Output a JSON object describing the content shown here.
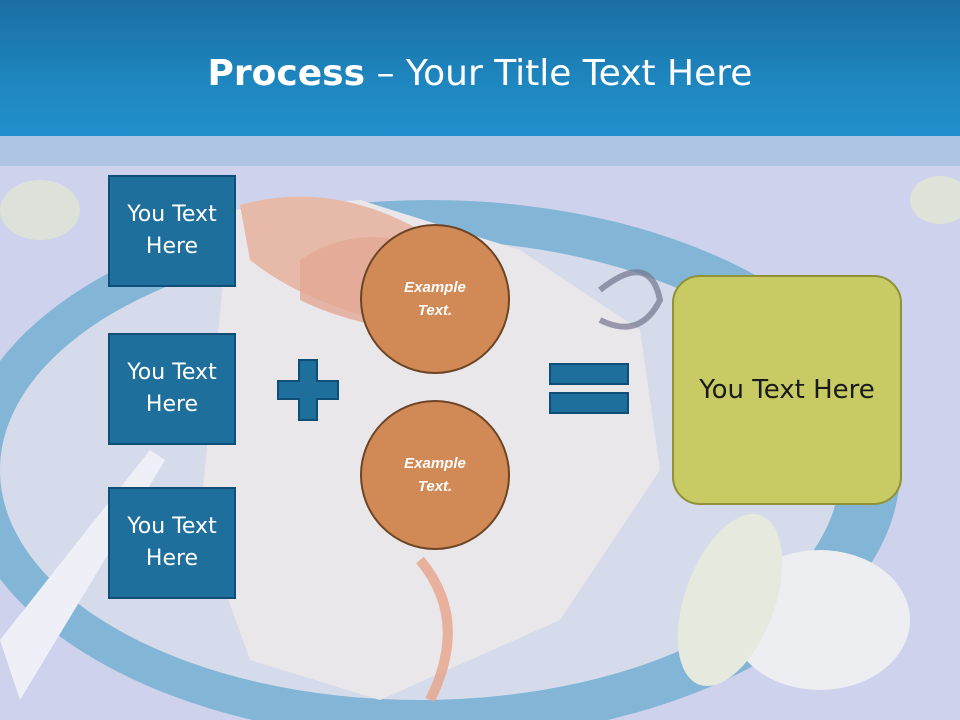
{
  "slide": {
    "title_bold": "Process",
    "title_rest": " – Your Title Text Here"
  },
  "inputs": [
    {
      "label": "You Text Here"
    },
    {
      "label": "You Text Here"
    },
    {
      "label": "You Text Here"
    }
  ],
  "operator_plus": "plus-icon",
  "examples": [
    {
      "label": "Example Text."
    },
    {
      "label": "Example Text."
    }
  ],
  "operator_equals": "equals-icon",
  "result": {
    "label": "You Text Here"
  },
  "colors": {
    "header": "#1e86bf",
    "box_fill": "#1f6f9d",
    "circle_fill": "#d18a55",
    "result_fill": "#c8cb63"
  }
}
